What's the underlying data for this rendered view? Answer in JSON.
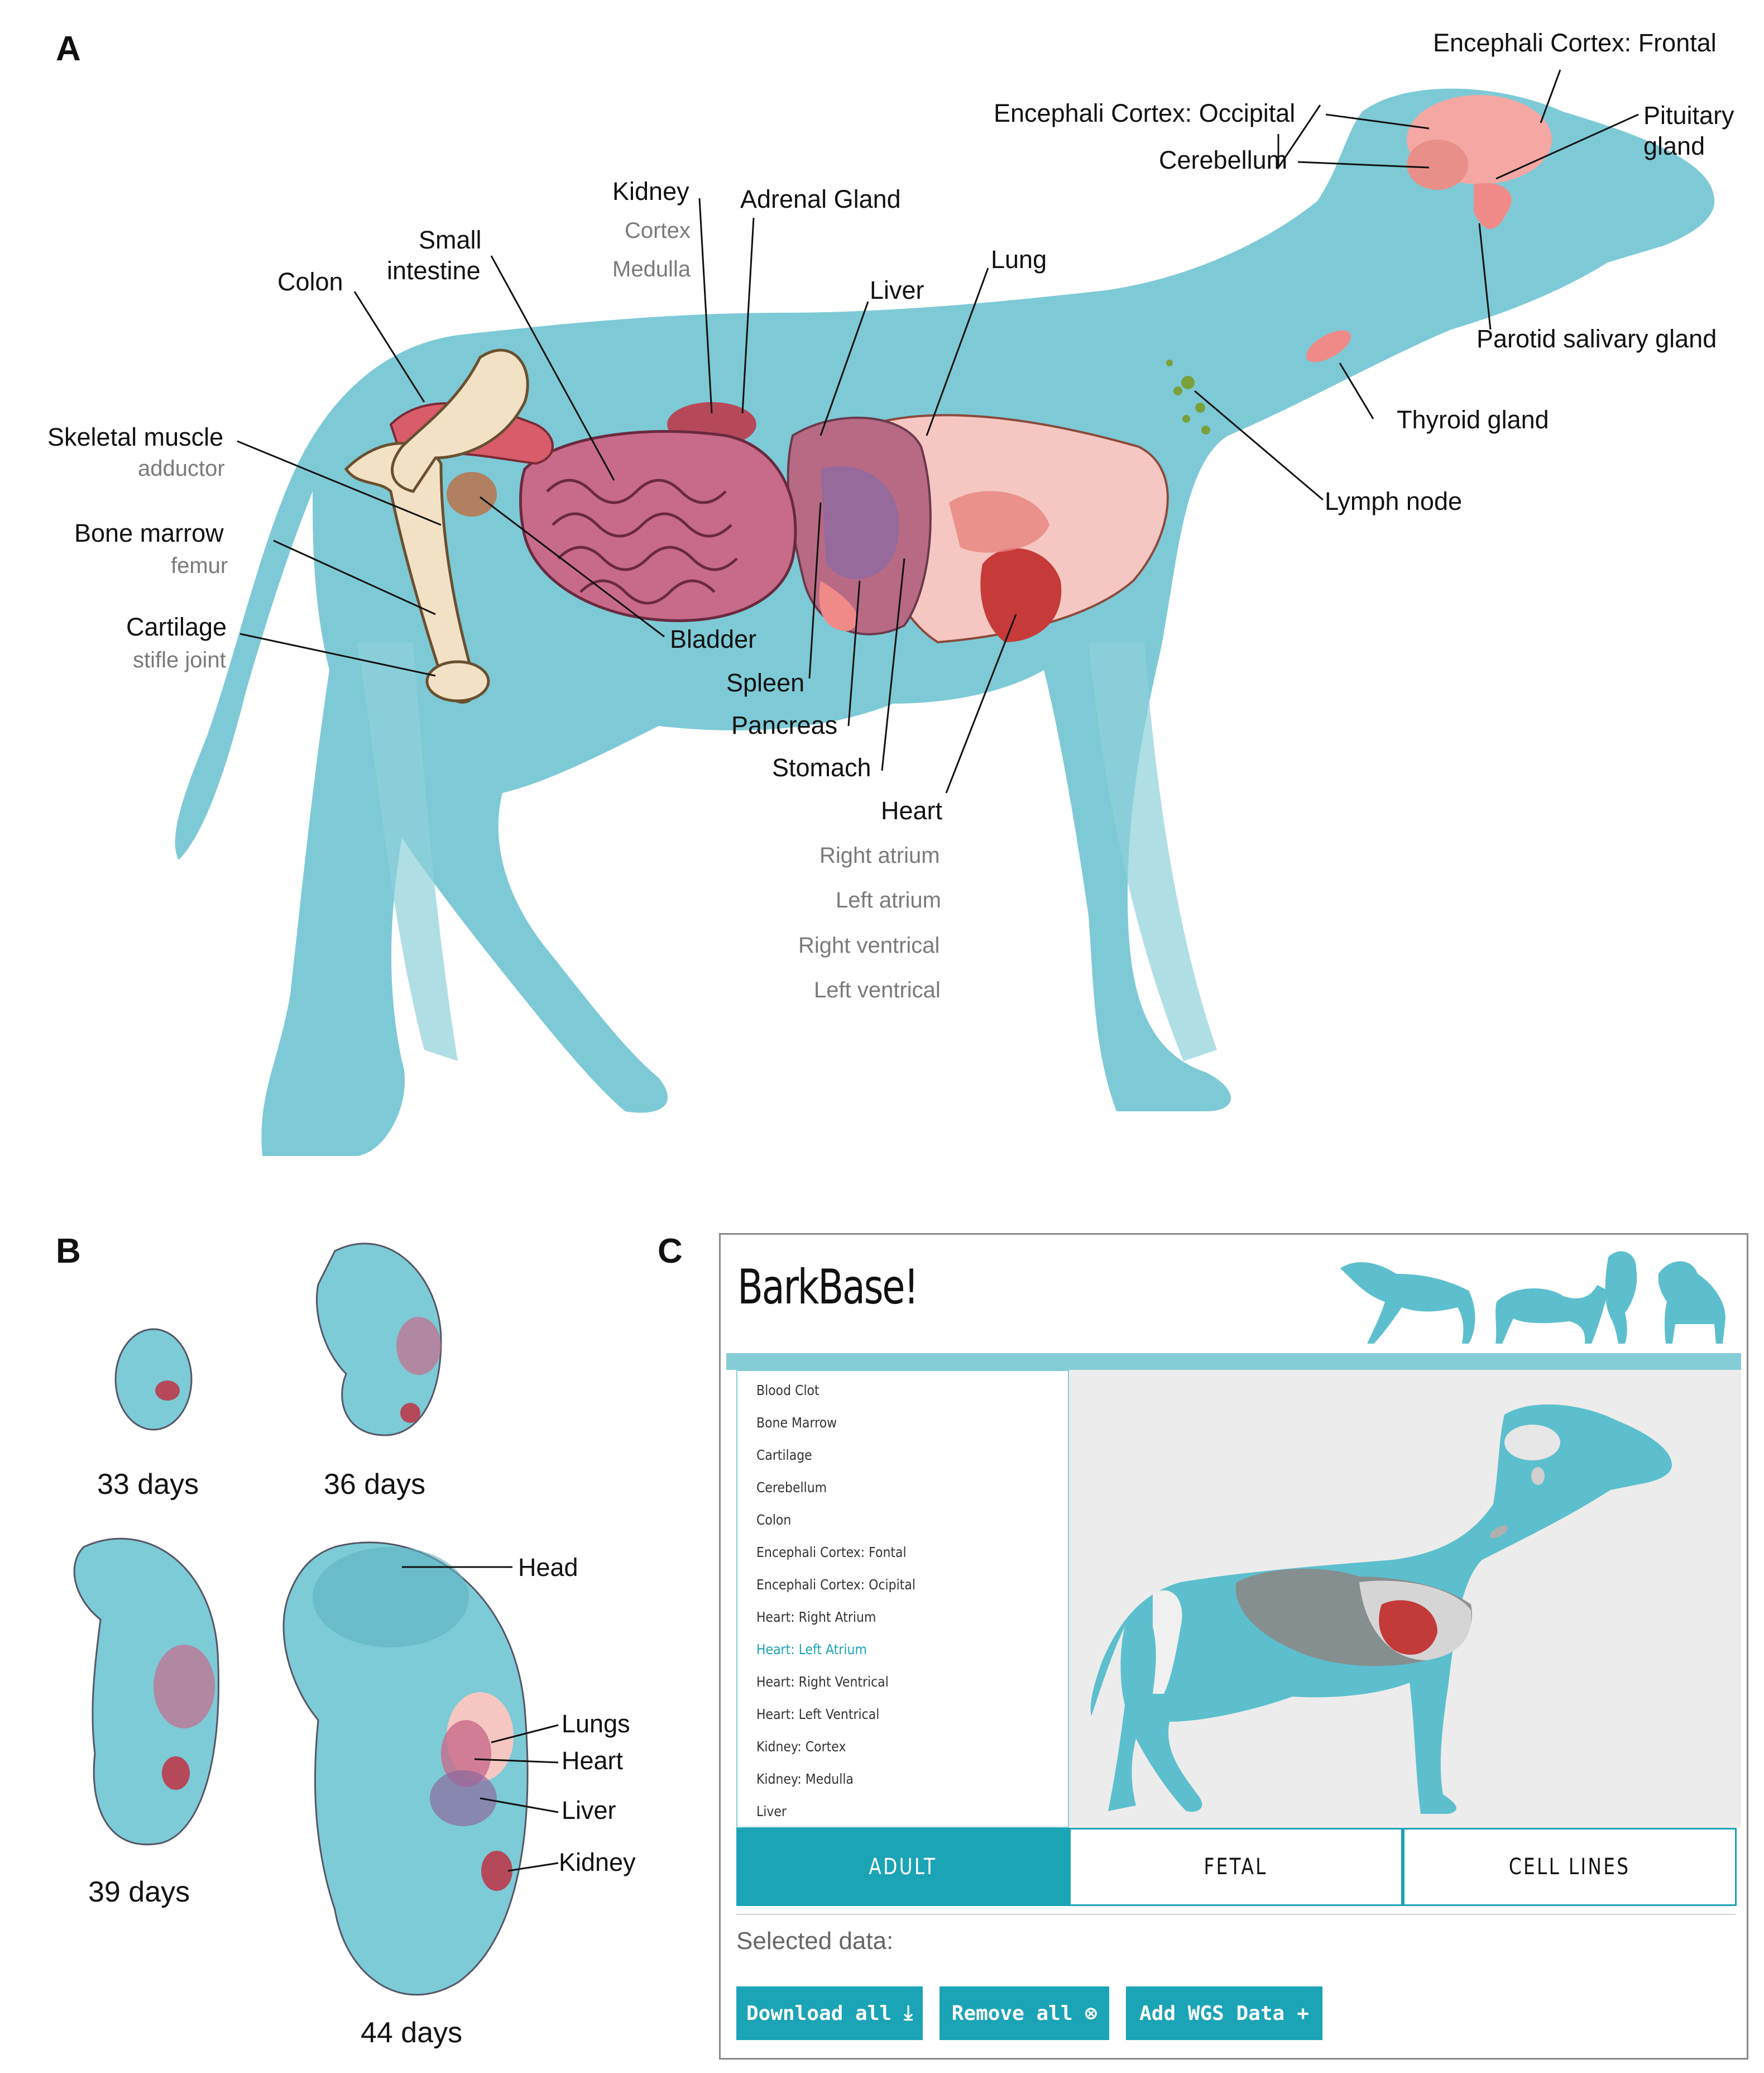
{
  "panels": {
    "a": "A",
    "b": "B",
    "c": "C"
  },
  "anatomy": {
    "colon": "Colon",
    "small_intestine_1": "Small",
    "small_intestine_2": "intestine",
    "kidney": "Kidney",
    "kidney_cortex": "Cortex",
    "kidney_medulla": "Medulla",
    "adrenal": "Adrenal Gland",
    "liver": "Liver",
    "lung": "Lung",
    "cortex_frontal": "Encephali Cortex: Frontal",
    "cortex_occipital": "Encephali Cortex: Occipital",
    "cerebellum": "Cerebellum",
    "pituitary_1": "Pituitary",
    "pituitary_2": "gland",
    "parotid": "Parotid salivary gland",
    "thyroid": "Thyroid gland",
    "lymph": "Lymph node",
    "skeletal": "Skeletal muscle",
    "skeletal_sub": "adductor",
    "bone_marrow": "Bone marrow",
    "bone_marrow_sub": "femur",
    "cartilage": "Cartilage",
    "cartilage_sub": "stifle joint",
    "bladder": "Bladder",
    "spleen": "Spleen",
    "pancreas": "Pancreas",
    "stomach": "Stomach",
    "heart": "Heart",
    "right_atrium": "Right atrium",
    "left_atrium": "Left atrium",
    "right_ventrical": "Right ventrical",
    "left_ventrical": "Left ventrical"
  },
  "fetal": {
    "d33": "33 days",
    "d36": "36 days",
    "d39": "39 days",
    "d44": "44 days",
    "head": "Head",
    "lungs": "Lungs",
    "heart": "Heart",
    "liver": "Liver",
    "kidney": "Kidney"
  },
  "app": {
    "title": "BarkBase!",
    "tissues": [
      "Blood Clot",
      "Bone Marrow",
      "Cartilage",
      "Cerebellum",
      "Colon",
      "Encephali Cortex: Fontal",
      "Encephali Cortex: Ocipital",
      "Heart: Right Atrium",
      "Heart: Left Atrium",
      "Heart: Right Ventrical",
      "Heart: Left Ventrical",
      "Kidney: Cortex",
      "Kidney: Medulla",
      "Liver"
    ],
    "selected_tissue_index": 8,
    "tabs": {
      "adult": "ADULT",
      "fetal": "FETAL",
      "cell_lines": "CELL LINES"
    },
    "active_tab": "adult",
    "selected_label": "Selected data:",
    "buttons": {
      "download": "Download all",
      "remove": "Remove all",
      "add_wgs": "Add WGS Data"
    },
    "colors": {
      "accent": "#1ba3b6",
      "bar": "#85cdd6",
      "dog": "#5dbfcd",
      "viewer_bg": "#ececec"
    }
  }
}
